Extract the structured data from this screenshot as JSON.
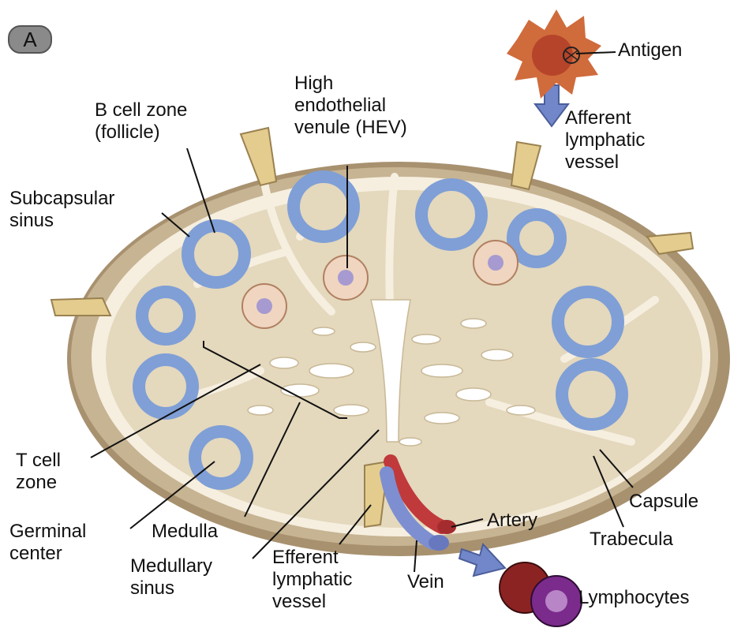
{
  "panel_label": "A",
  "labels": {
    "antigen": "Antigen",
    "afferent": "Afferent\nlymphatic\nvessel",
    "b_cell_zone": "B cell zone\n(follicle)",
    "hev": "High\nendothelial\nvenule (HEV)",
    "subcapsular": "Subcapsular\nsinus",
    "t_cell_zone": "T cell\nzone",
    "germinal_center": "Germinal\ncenter",
    "medulla": "Medulla",
    "medullary_sinus": "Medullary\nsinus",
    "efferent": "Efferent\nlymphatic\nvessel",
    "vein": "Vein",
    "artery": "Artery",
    "capsule": "Capsule",
    "trabecula": "Trabecula",
    "lymphocytes": "Lymphocytes"
  },
  "colors": {
    "capsule": "#b8a488",
    "parenchyma": "#e7dcc4",
    "follicle_ring": "#7f9fd6",
    "sinus": "#ffffff",
    "artery": "#c0393b",
    "vein": "#7d8fd0",
    "vessel": "#e3cc8e",
    "arrow": "#7287c9",
    "dendritic_cell": "#c85a2e",
    "lymphocyte_red": "#8c2323",
    "lymphocyte_purple": "#7b2b8c"
  }
}
